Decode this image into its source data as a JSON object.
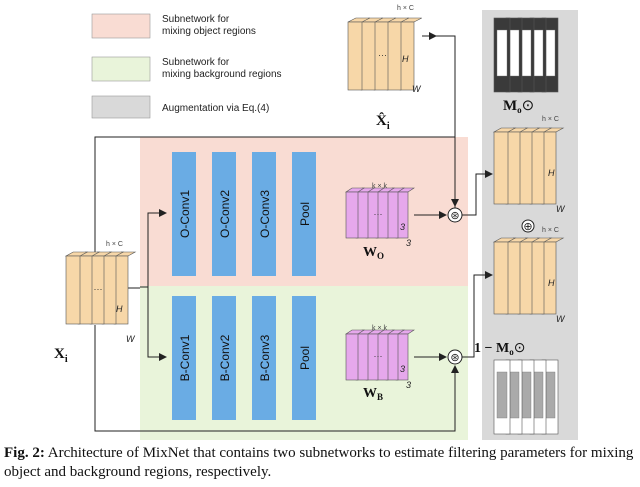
{
  "legend": {
    "object": "Subnetwork for\nmixing object regions",
    "background": "Subnetwork for\nmixing background regions",
    "augmentation": "Augmentation via Eq.(4)"
  },
  "colors": {
    "object_region": "#f9dcd3",
    "background_region": "#e9f4da",
    "augmentation_region": "#d9d9d9",
    "conv_block": "#6aace4",
    "feature_tan": "#f7d7a8",
    "kernel_pink": "#e6a8ec"
  },
  "object_blocks": [
    "O-Conv1",
    "O-Conv2",
    "O-Conv3",
    "Pool"
  ],
  "background_blocks": [
    "B-Conv1",
    "B-Conv2",
    "B-Conv3",
    "Pool"
  ],
  "symbols": {
    "input": "X",
    "input_sub": "i",
    "output": "X̂",
    "output_sub": "i",
    "w_object": "W",
    "w_object_sub": "O",
    "w_background": "W",
    "w_background_sub": "B",
    "mask": "M",
    "mask_sub": "o",
    "one_minus_mask": "1 − M",
    "one_minus_mask_sub": "o",
    "odot": "⊙",
    "oplus": "⊕",
    "conv": "⊛",
    "dims_hwc": "h × C",
    "dims_kk": "k × k",
    "H": "H",
    "W": "W",
    "three": "3",
    "dots": "···"
  },
  "caption": {
    "label": "Fig. 2:",
    "text": " Architecture of MixNet that contains two subnetworks to estimate filtering parameters for mixing object and background regions, respectively."
  }
}
